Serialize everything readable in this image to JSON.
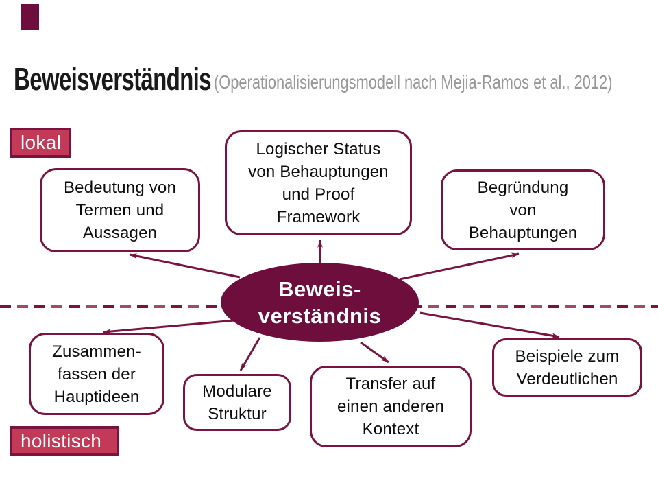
{
  "slide": {
    "title": "Beweisverständnis",
    "subtitle": "(Operationalisierungsmodell nach Mejia-Ramos et al., 2012)",
    "colors": {
      "accent_plum": "#7b1341",
      "ellipse_fill": "#6e0e3d",
      "label_fill": "#c23a57",
      "title_text": "#1a1a1a",
      "subtitle_text": "#989898",
      "background": "#ffffff"
    }
  },
  "labels": {
    "local": "lokal",
    "holistic": "holistisch"
  },
  "center": {
    "id": "beweisverstaendnis",
    "text": "Beweis-\nverständnis"
  },
  "nodes": [
    {
      "id": "bedeutung-von-termen",
      "text": "Bedeutung von\nTermen und\nAussagen"
    },
    {
      "id": "logischer-status",
      "text": "Logischer Status\nvon Behauptungen\nund Proof\nFramework"
    },
    {
      "id": "begruendung",
      "text": "Begründung\nvon\nBehauptungen"
    },
    {
      "id": "zusammenfassen",
      "text": "Zusammen-\nfassen der\nHauptideen"
    },
    {
      "id": "modulare-struktur",
      "text": "Modulare\nStruktur"
    },
    {
      "id": "transfer-kontext",
      "text": "Transfer auf\neinen anderen\nKontext"
    },
    {
      "id": "beispiele",
      "text": "Beispiele zum\nVerdeutlichen"
    }
  ],
  "edges": [
    {
      "from": "beweisverstaendnis",
      "to": "bedeutung-von-termen"
    },
    {
      "from": "beweisverstaendnis",
      "to": "logischer-status"
    },
    {
      "from": "beweisverstaendnis",
      "to": "begruendung"
    },
    {
      "from": "beweisverstaendnis",
      "to": "zusammenfassen"
    },
    {
      "from": "beweisverstaendnis",
      "to": "modulare-struktur"
    },
    {
      "from": "beweisverstaendnis",
      "to": "transfer-kontext"
    },
    {
      "from": "beweisverstaendnis",
      "to": "beispiele"
    }
  ]
}
